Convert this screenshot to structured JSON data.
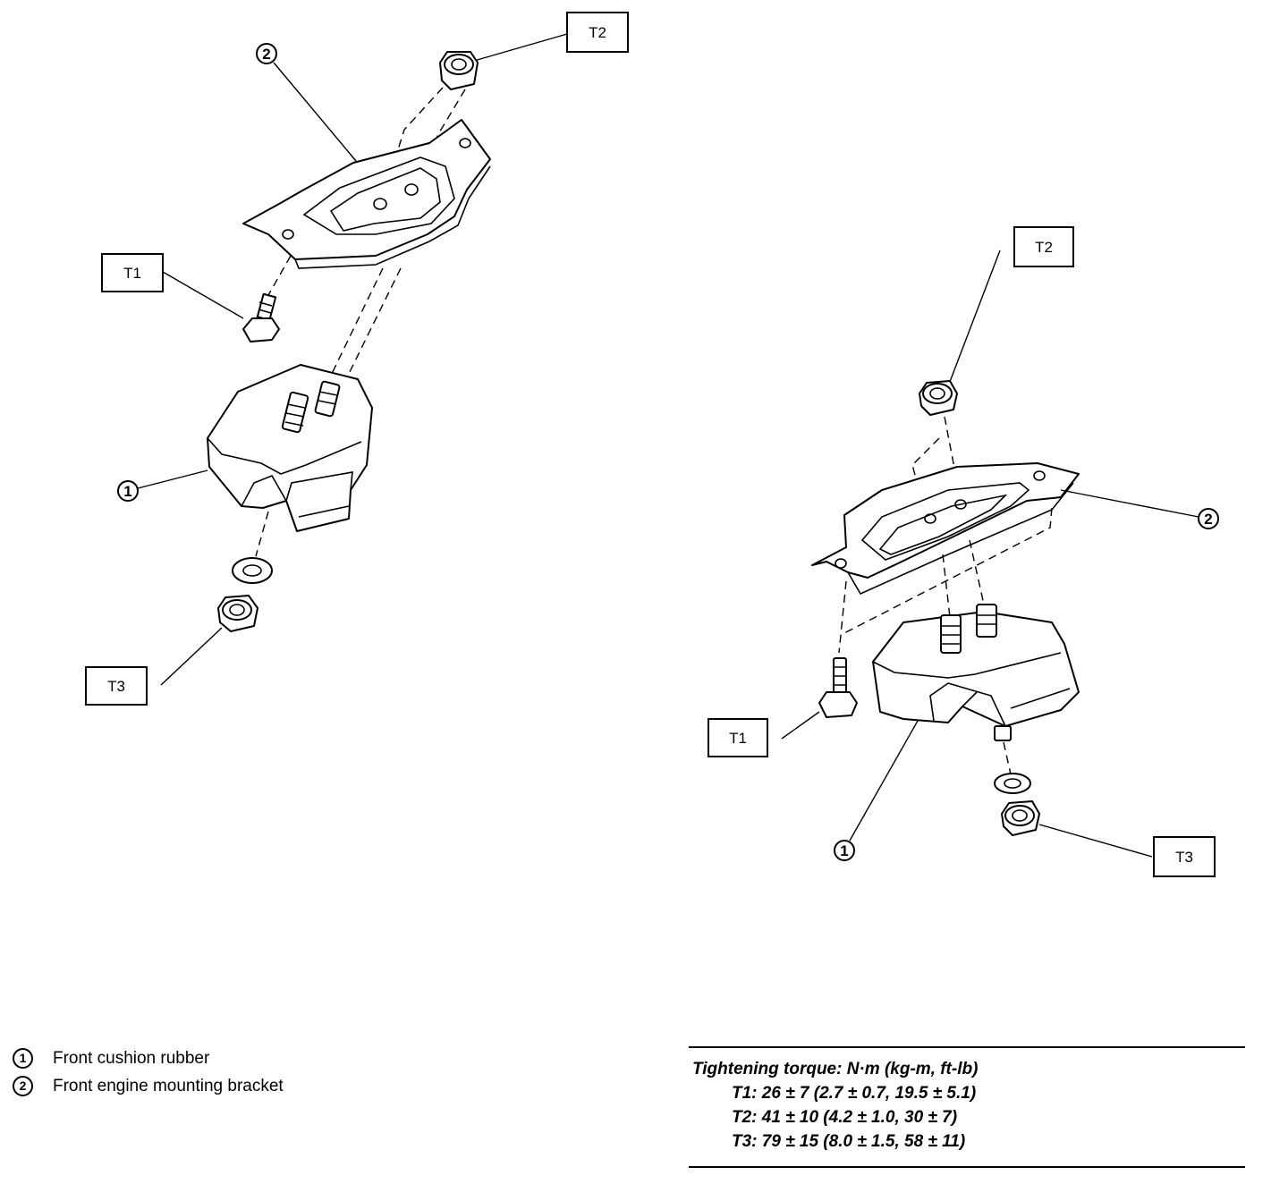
{
  "callouts": {
    "t1": "T1",
    "t2": "T2",
    "t3": "T3",
    "one": "1",
    "two": "2"
  },
  "legend": [
    {
      "num": "1",
      "label": "Front cushion rubber"
    },
    {
      "num": "2",
      "label": "Front engine mounting bracket"
    }
  ],
  "torque": {
    "heading": "Tightening torque: N·m (kg-m, ft-lb)",
    "rows": [
      "T1: 26 ± 7 (2.7 ± 0.7, 19.5 ± 5.1)",
      "T2: 41 ± 10 (4.2 ± 1.0, 30 ± 7)",
      "T3: 79 ± 15 (8.0 ± 1.5, 58 ± 11)"
    ]
  }
}
